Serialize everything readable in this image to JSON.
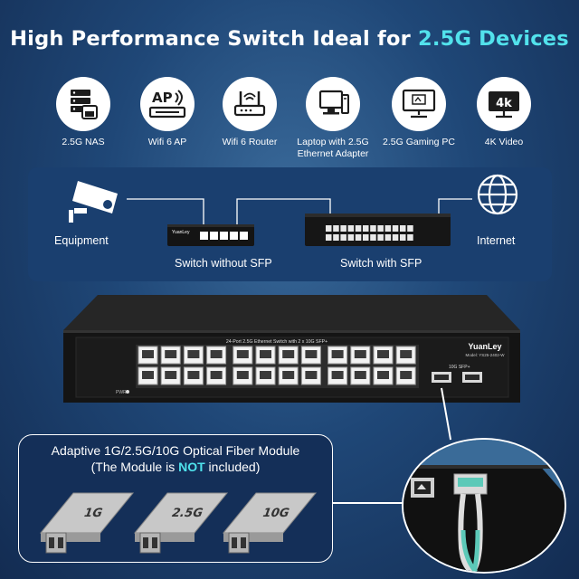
{
  "title": {
    "main": "High Performance Switch Ideal for ",
    "accent": "2.5G Devices"
  },
  "devices": [
    {
      "label": "2.5G NAS",
      "icon": "nas-icon"
    },
    {
      "label": "Wifi 6 AP",
      "icon": "ap-icon",
      "badge": "AP"
    },
    {
      "label": "Wifi 6 Router",
      "icon": "router-icon"
    },
    {
      "label": "Laptop with 2.5G\nEthernet Adapter",
      "icon": "laptop-icon"
    },
    {
      "label": "2.5G Gaming PC",
      "icon": "gaming-pc-icon"
    },
    {
      "label": "4K Video",
      "icon": "4k-video-icon",
      "badge": "4k"
    }
  ],
  "network": {
    "equipment_label": "Equipment",
    "switch_no_sfp_label": "Switch without SFP",
    "switch_sfp_label": "Switch with SFP",
    "internet_label": "Internet",
    "small_brand": "YuanLey"
  },
  "switch": {
    "brand": "YuanLey",
    "model": "Model: YS25-2402-W",
    "caption": "24-Port 2.5G Ethernet Switch with 2 x 10G SFP+",
    "sfp_label": "10G SFP+",
    "pwr_label": "PWR",
    "port_count": 24,
    "sfp_count": 2
  },
  "fiber": {
    "line1": "Adaptive 1G/2.5G/10G Optical Fiber Module",
    "line2_pre": "(The Module is ",
    "line2_not": "NOT",
    "line2_post": " included)",
    "modules": [
      "1G",
      "2.5G",
      "10G"
    ]
  },
  "colors": {
    "accent": "#52e2ec",
    "background": "#1f4777",
    "panel": "#1a3f6f",
    "fiber_cable": "#5cc9b8"
  }
}
